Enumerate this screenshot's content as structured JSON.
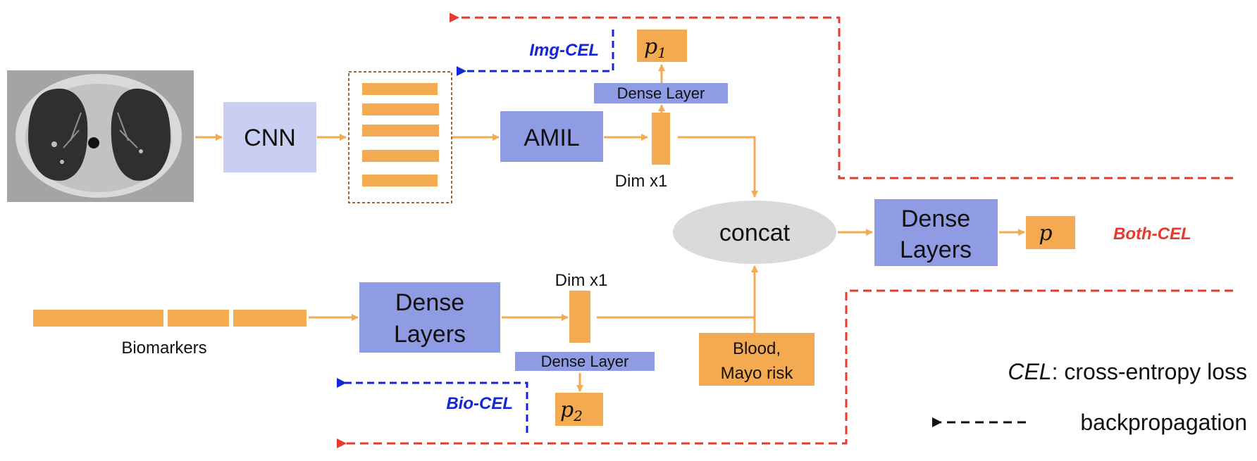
{
  "colors": {
    "orange": "#F3AA50",
    "blue_box": "#8F9BE3",
    "light_blue_box": "#C9CFF3",
    "grey_ellipse": "#DADADA",
    "red": "#E53A2F",
    "blue": "#1326D9",
    "brown_dash": "#9B6A2C",
    "text": "#111111"
  },
  "nodes": {
    "cnn": "CNN",
    "amil": "AMIL",
    "concat": "concat",
    "dense_layers_bio_line1": "Dense",
    "dense_layers_bio_line2": "Layers",
    "dense_layers_out_line1": "Dense",
    "dense_layers_out_line2": "Layers",
    "dense_layer_top": "Dense Layer",
    "dense_layer_bottom": "Dense Layer",
    "blood_line1": "Blood,",
    "blood_line2": "Mayo risk",
    "p1_base": "p",
    "p1_sub": "1",
    "p2_base": "p",
    "p2_sub": "2",
    "p_out": "p"
  },
  "labels": {
    "dim_top": "Dim x1",
    "dim_bottom": "Dim x1",
    "biomarkers": "Biomarkers",
    "img_cel": "Img-CEL",
    "bio_cel": "Bio-CEL",
    "both_cel": "Both-CEL"
  },
  "legend": {
    "cel_abbr": "CEL",
    "cel_text": ": cross-entropy loss",
    "backprop_text": "backpropagation"
  },
  "icons": {
    "ct_scan": "lung-ct-scan-image",
    "arrow": "arrow-right-icon"
  }
}
